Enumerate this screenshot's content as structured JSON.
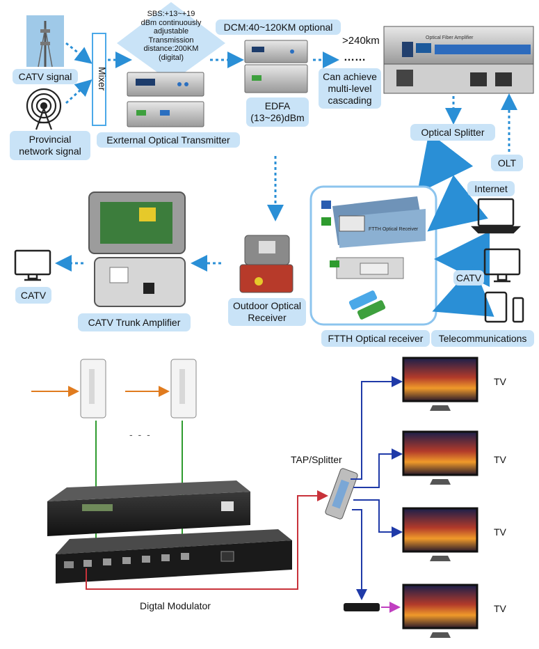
{
  "top": {
    "catv_signal": "CATV signal",
    "provincial": [
      "Provincial",
      "network signal"
    ],
    "mixer": "Mixer",
    "sbs_note": [
      "SBS:+13~+19",
      "dBm continuously",
      "adjustable",
      "Transmission",
      "distance:200KM",
      "(digital)"
    ],
    "external_tx": "Exrternal Optical Transmitter",
    "dcm": "DCM:40~120KM optional",
    "edfa": [
      "EDFA",
      "(13~26)dBm"
    ],
    "distance": ">240km",
    "dots": "……",
    "cascade": [
      "Can achieve",
      "multi-level",
      "cascading"
    ],
    "optical_splitter": "Optical Splitter",
    "olt": "OLT",
    "internet": "Internet",
    "catv_right": "CATV",
    "telecom": "Telecommunications",
    "ftth_rx": "FTTH Optical receiver",
    "outdoor_rx": [
      "Outdoor Optical",
      "Receiver"
    ],
    "trunk_amp": "CATV Trunk Amplifier",
    "catv_left": "CATV",
    "ftth_device_text": "FTTH Optical Receiver",
    "amp_panel_text": [
      "Optical",
      "Fiber Amplifier"
    ]
  },
  "bottom": {
    "tap_splitter": "TAP/Splitter",
    "tv_labels": [
      "TV",
      "TV",
      "TV",
      "TV"
    ],
    "modulator": "Digtal Modulator",
    "dash": "- - -"
  },
  "colors": {
    "label_bg": "#c9e3f7",
    "arrow_blue": "#2a8fd6",
    "orange": "#e07b1e",
    "green": "#2e9b2e",
    "red": "#c8323a",
    "navy": "#1f3aa8",
    "magenta": "#c03fc0"
  }
}
